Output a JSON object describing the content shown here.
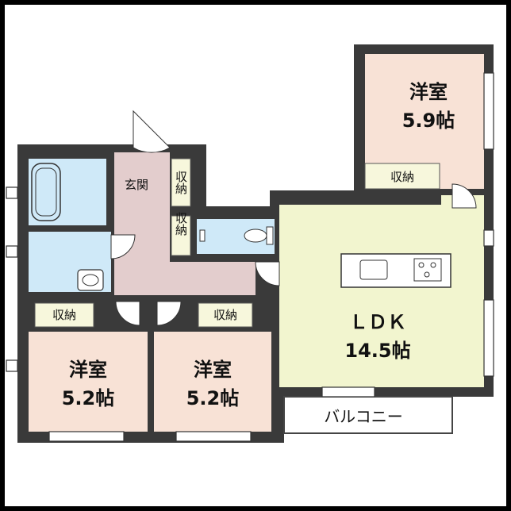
{
  "colors": {
    "frame": "#000000",
    "paper": "#ffffff",
    "wall": "#3a3a3a",
    "western_room": "#f8e2d6",
    "ldk": "#f2f5cf",
    "wet_area": "#cfe9f8",
    "hallway": "#e3cdcd",
    "storage": "#f7f7dc"
  },
  "rooms": {
    "room_top_right": {
      "name": "洋室",
      "size": "5.9帖"
    },
    "room_bottom_left": {
      "name": "洋室",
      "size": "5.2帖"
    },
    "room_bottom_mid": {
      "name": "洋室",
      "size": "5.2帖"
    },
    "ldk": {
      "name": "ＬＤＫ",
      "size": "14.5帖"
    },
    "entrance": {
      "name": "玄関"
    },
    "balcony": {
      "name": "バルコニー"
    }
  },
  "storage": {
    "label": "収納"
  }
}
